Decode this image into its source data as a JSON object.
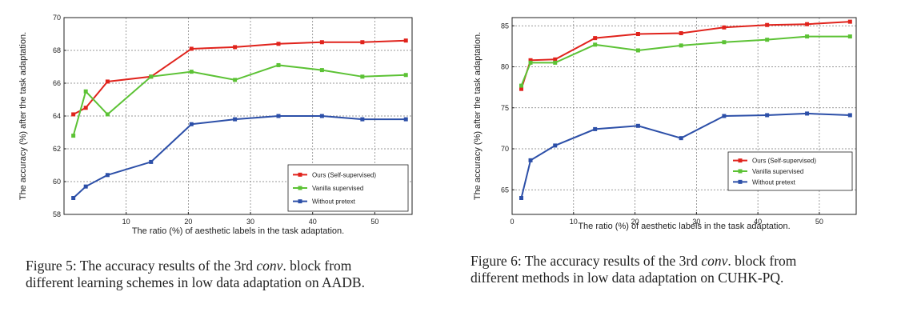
{
  "figures": [
    {
      "id": "fig5",
      "chart_data": {
        "type": "line",
        "xlabel": "The ratio  (%) of aesthetic labels in the task adaptation.",
        "ylabel": "The accuracy (%) after the task adaptation.",
        "xlim": [
          0,
          56
        ],
        "ylim": [
          58,
          70
        ],
        "xticks": [
          10,
          20,
          30,
          40,
          50
        ],
        "yticks": [
          58,
          60,
          62,
          64,
          66,
          68,
          70
        ],
        "grid": true,
        "legend_position": "bottom-right",
        "series": [
          {
            "name": "Ours (Self-supervised)",
            "color": "#e0231c",
            "x": [
              1.5,
              3.5,
              7,
              14,
              20.5,
              27.5,
              34.5,
              41.5,
              48,
              55
            ],
            "y": [
              64.1,
              64.5,
              66.1,
              66.4,
              68.1,
              68.2,
              68.4,
              68.5,
              68.5,
              68.6
            ]
          },
          {
            "name": "Vanilla supervised",
            "color": "#5cc235",
            "x": [
              1.5,
              3.5,
              7,
              14,
              20.5,
              27.5,
              34.5,
              41.5,
              48,
              55
            ],
            "y": [
              62.8,
              65.5,
              64.1,
              66.4,
              66.7,
              66.2,
              67.1,
              66.8,
              66.4,
              66.5
            ]
          },
          {
            "name": "Without pretext",
            "color": "#2c4fa8",
            "x": [
              1.5,
              3.5,
              7,
              14,
              20.5,
              27.5,
              34.5,
              41.5,
              48,
              55
            ],
            "y": [
              59.0,
              59.7,
              60.4,
              61.2,
              63.5,
              63.8,
              64.0,
              64.0,
              63.8,
              63.8
            ]
          }
        ]
      },
      "caption": {
        "line1_pre": "Figure 5: The accuracy results of the 3rd ",
        "line1_em": "conv",
        "line1_post": ". block from",
        "line2": "different learning schemes in low data adaptation on AADB."
      }
    },
    {
      "id": "fig6",
      "chart_data": {
        "type": "line",
        "xlabel": "The ratio (%) of aesthetic labels in the task adaptation.",
        "ylabel": "The accuracy (%) after the task adaptation.",
        "xlim": [
          0,
          56
        ],
        "ylim": [
          62,
          86
        ],
        "xticks": [
          0,
          10,
          20,
          30,
          40,
          50
        ],
        "yticks": [
          65,
          70,
          75,
          80,
          85
        ],
        "grid": true,
        "legend_position": "bottom-right",
        "series": [
          {
            "name": "Ours (Self-supervised)",
            "color": "#e0231c",
            "x": [
              1.5,
              3,
              7,
              13.5,
              20.5,
              27.5,
              34.5,
              41.5,
              48,
              55
            ],
            "y": [
              77.3,
              80.8,
              80.9,
              83.5,
              84.0,
              84.1,
              84.8,
              85.1,
              85.2,
              85.5
            ]
          },
          {
            "name": "Vanilla supervised",
            "color": "#5cc235",
            "x": [
              1.5,
              3,
              7,
              13.5,
              20.5,
              27.5,
              34.5,
              41.5,
              48,
              55
            ],
            "y": [
              77.7,
              80.5,
              80.5,
              82.7,
              82.0,
              82.6,
              83.0,
              83.3,
              83.7,
              83.7
            ]
          },
          {
            "name": "Without pretext",
            "color": "#2c4fa8",
            "x": [
              1.5,
              3,
              7,
              13.5,
              20.5,
              27.5,
              34.5,
              41.5,
              48,
              55
            ],
            "y": [
              64.0,
              68.6,
              70.4,
              72.4,
              72.8,
              71.3,
              74.0,
              74.1,
              74.3,
              74.1
            ]
          }
        ]
      },
      "caption": {
        "line1_pre": "Figure 6: The accuracy results of the 3rd ",
        "line1_em": "conv",
        "line1_post": ". block from",
        "line2": "different methods in low data adaptation on CUHK-PQ."
      }
    }
  ]
}
